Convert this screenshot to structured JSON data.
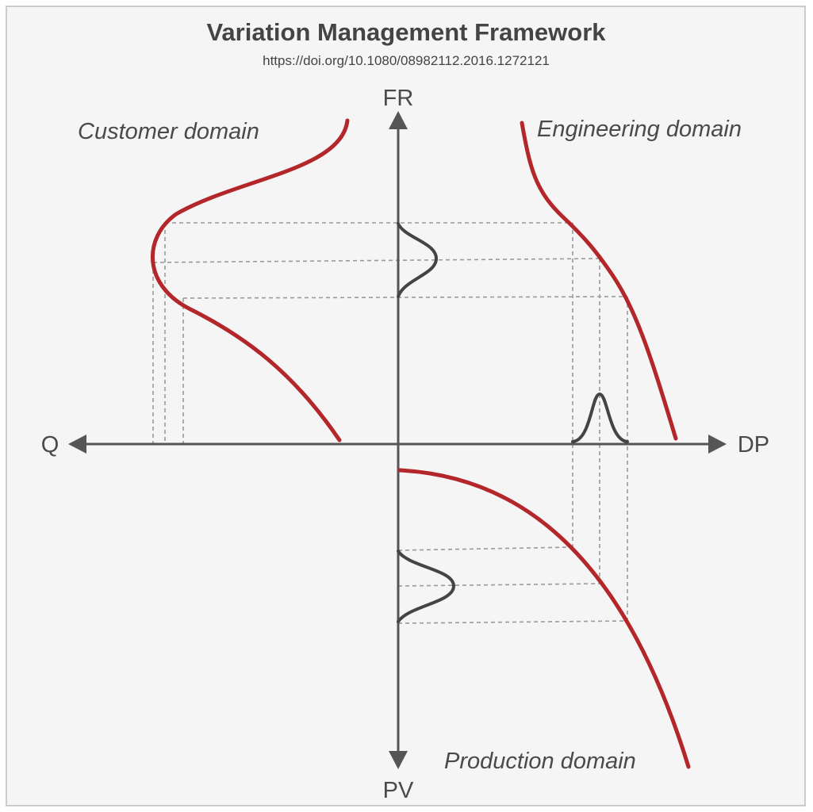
{
  "title": "Variation Management Framework",
  "subtitle": "https://doi.org/10.1080/08982112.2016.1272121",
  "axes": {
    "top": "FR",
    "bottom": "PV",
    "left": "Q",
    "right": "DP"
  },
  "domains": {
    "customer": "Customer domain",
    "engineering": "Engineering domain",
    "production": "Production domain"
  },
  "colors": {
    "background": "#f5f5f5",
    "border": "#bdbdbd",
    "curve": "#b3262a",
    "axis": "#555555",
    "guide": "#9a9a9a",
    "text": "#444444"
  }
}
